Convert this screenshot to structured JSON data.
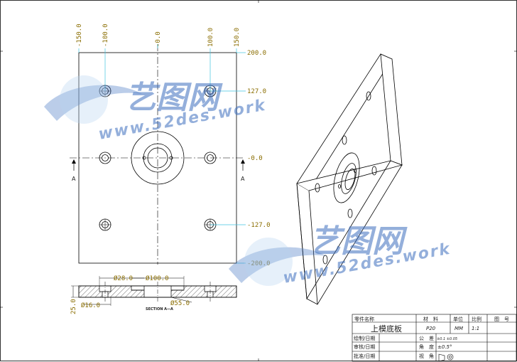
{
  "watermark": {
    "brand": "艺图网",
    "url": "www.52des.work",
    "color": "#3d6fbf"
  },
  "dimensions": {
    "top_x": [
      "-150.0",
      "-100.0",
      "-0.0",
      "100.0",
      "150.0"
    ],
    "right_y": [
      "200.0",
      "127.0",
      "-0.0",
      "-127.0",
      "-200.0"
    ],
    "section_marker": "A",
    "section_top": {
      "d28": "Ø28.0",
      "d100": "Ø100.0"
    },
    "section_bottom": {
      "d16": "Ø16.0",
      "d55": "Ø55.0",
      "h25": "25.0",
      "caption": "SECTION A—A"
    }
  },
  "title_block": {
    "part_name_label": "零件名称",
    "part_name": "上模底板",
    "material_label": "材　料",
    "material": "P20",
    "unit_label": "单位",
    "unit": "MM",
    "scale_label": "比例",
    "scale": "1:1",
    "drawing_no_label": "图　号",
    "drawn_label": "绘制/日期",
    "checked_label": "审核/日期",
    "approved_label": "批准/日期",
    "tolerance_label": "公　差",
    "tolerance_value": "±0.1  ±0.05",
    "angle_label": "角　度",
    "angle_value": "±0.5°",
    "projection_label": "视　角"
  },
  "colors": {
    "dim": "#8a6d00",
    "leader": "#40c4e0",
    "line": "#000000"
  }
}
